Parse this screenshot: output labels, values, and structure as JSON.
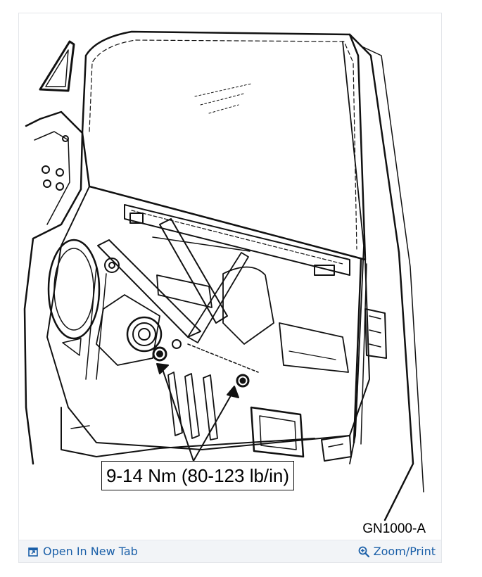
{
  "diagram": {
    "callout_text": "9-14 Nm (80-123 lb/in)",
    "figure_code": "GN1000-A"
  },
  "footer": {
    "open_tab_label": "Open In New Tab",
    "zoom_label": "Zoom/Print",
    "link_color": "#1a5fa8",
    "open_tab_icon": "open-in-new-tab-icon",
    "zoom_icon": "zoom-in-icon"
  }
}
